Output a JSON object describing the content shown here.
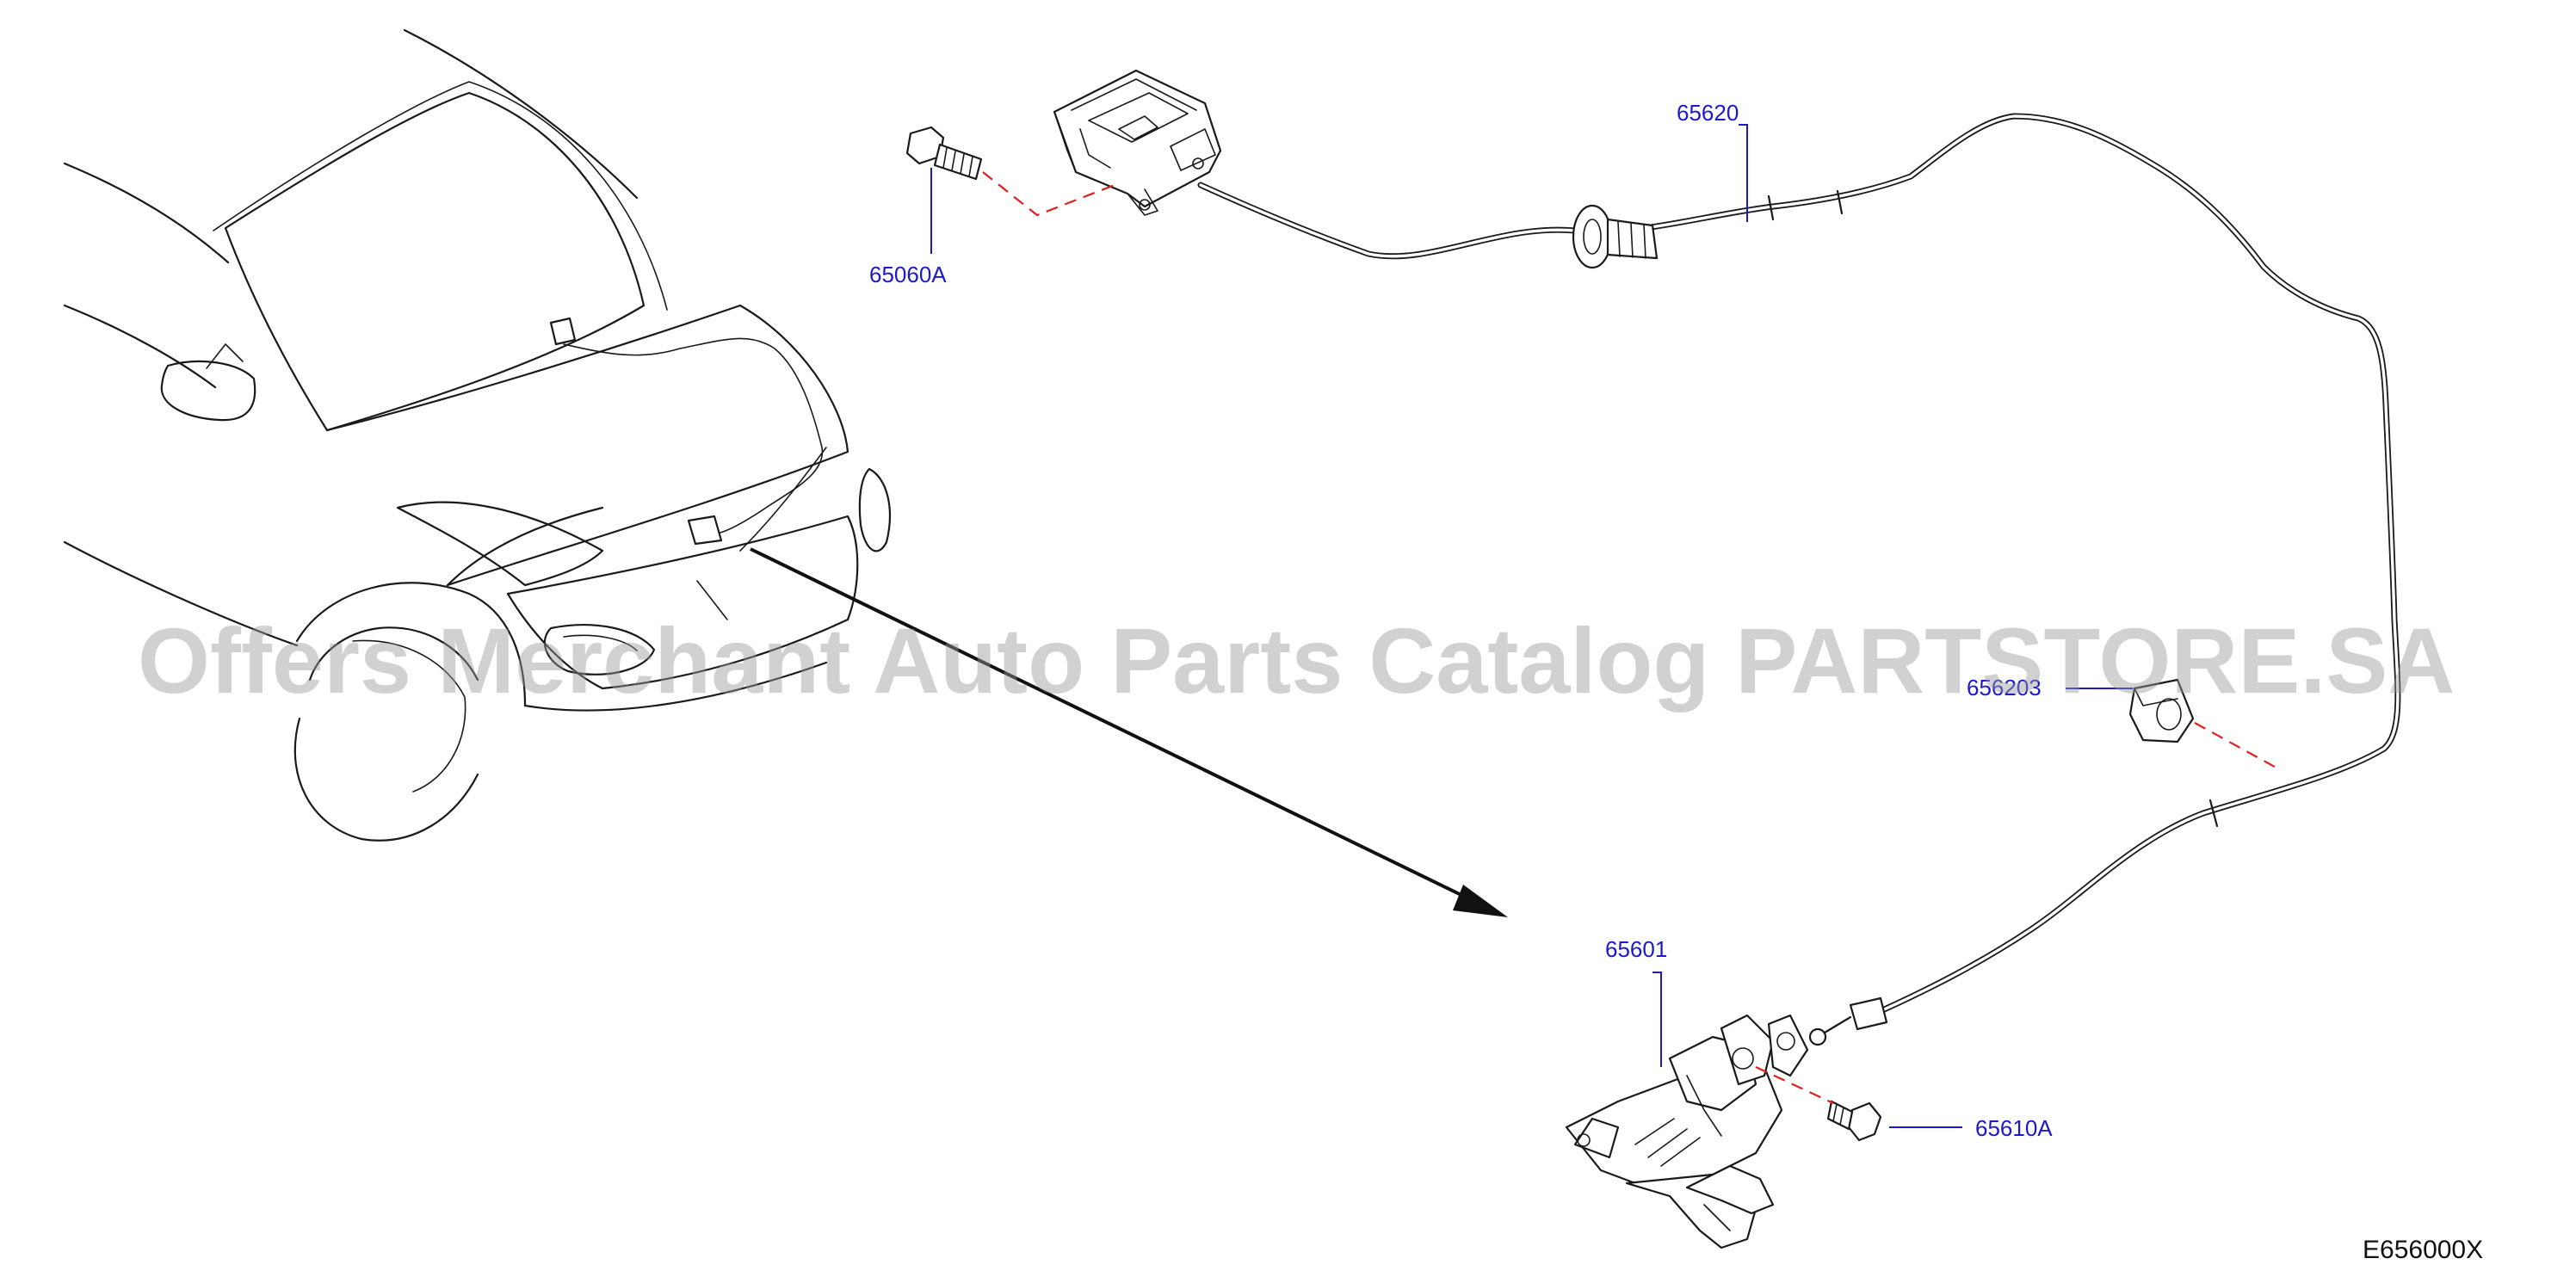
{
  "parts": [
    {
      "id": "opener",
      "label": "65620"
    },
    {
      "id": "bolt-opener",
      "label": "65060A"
    },
    {
      "id": "clip",
      "label": "656203"
    },
    {
      "id": "hood-lock",
      "label": "65601"
    },
    {
      "id": "bolt-lock",
      "label": "65610A"
    }
  ],
  "reference_code": "E656000X",
  "watermark": "Offers Merchant Auto Parts Catalog PARTSTORE.SA"
}
